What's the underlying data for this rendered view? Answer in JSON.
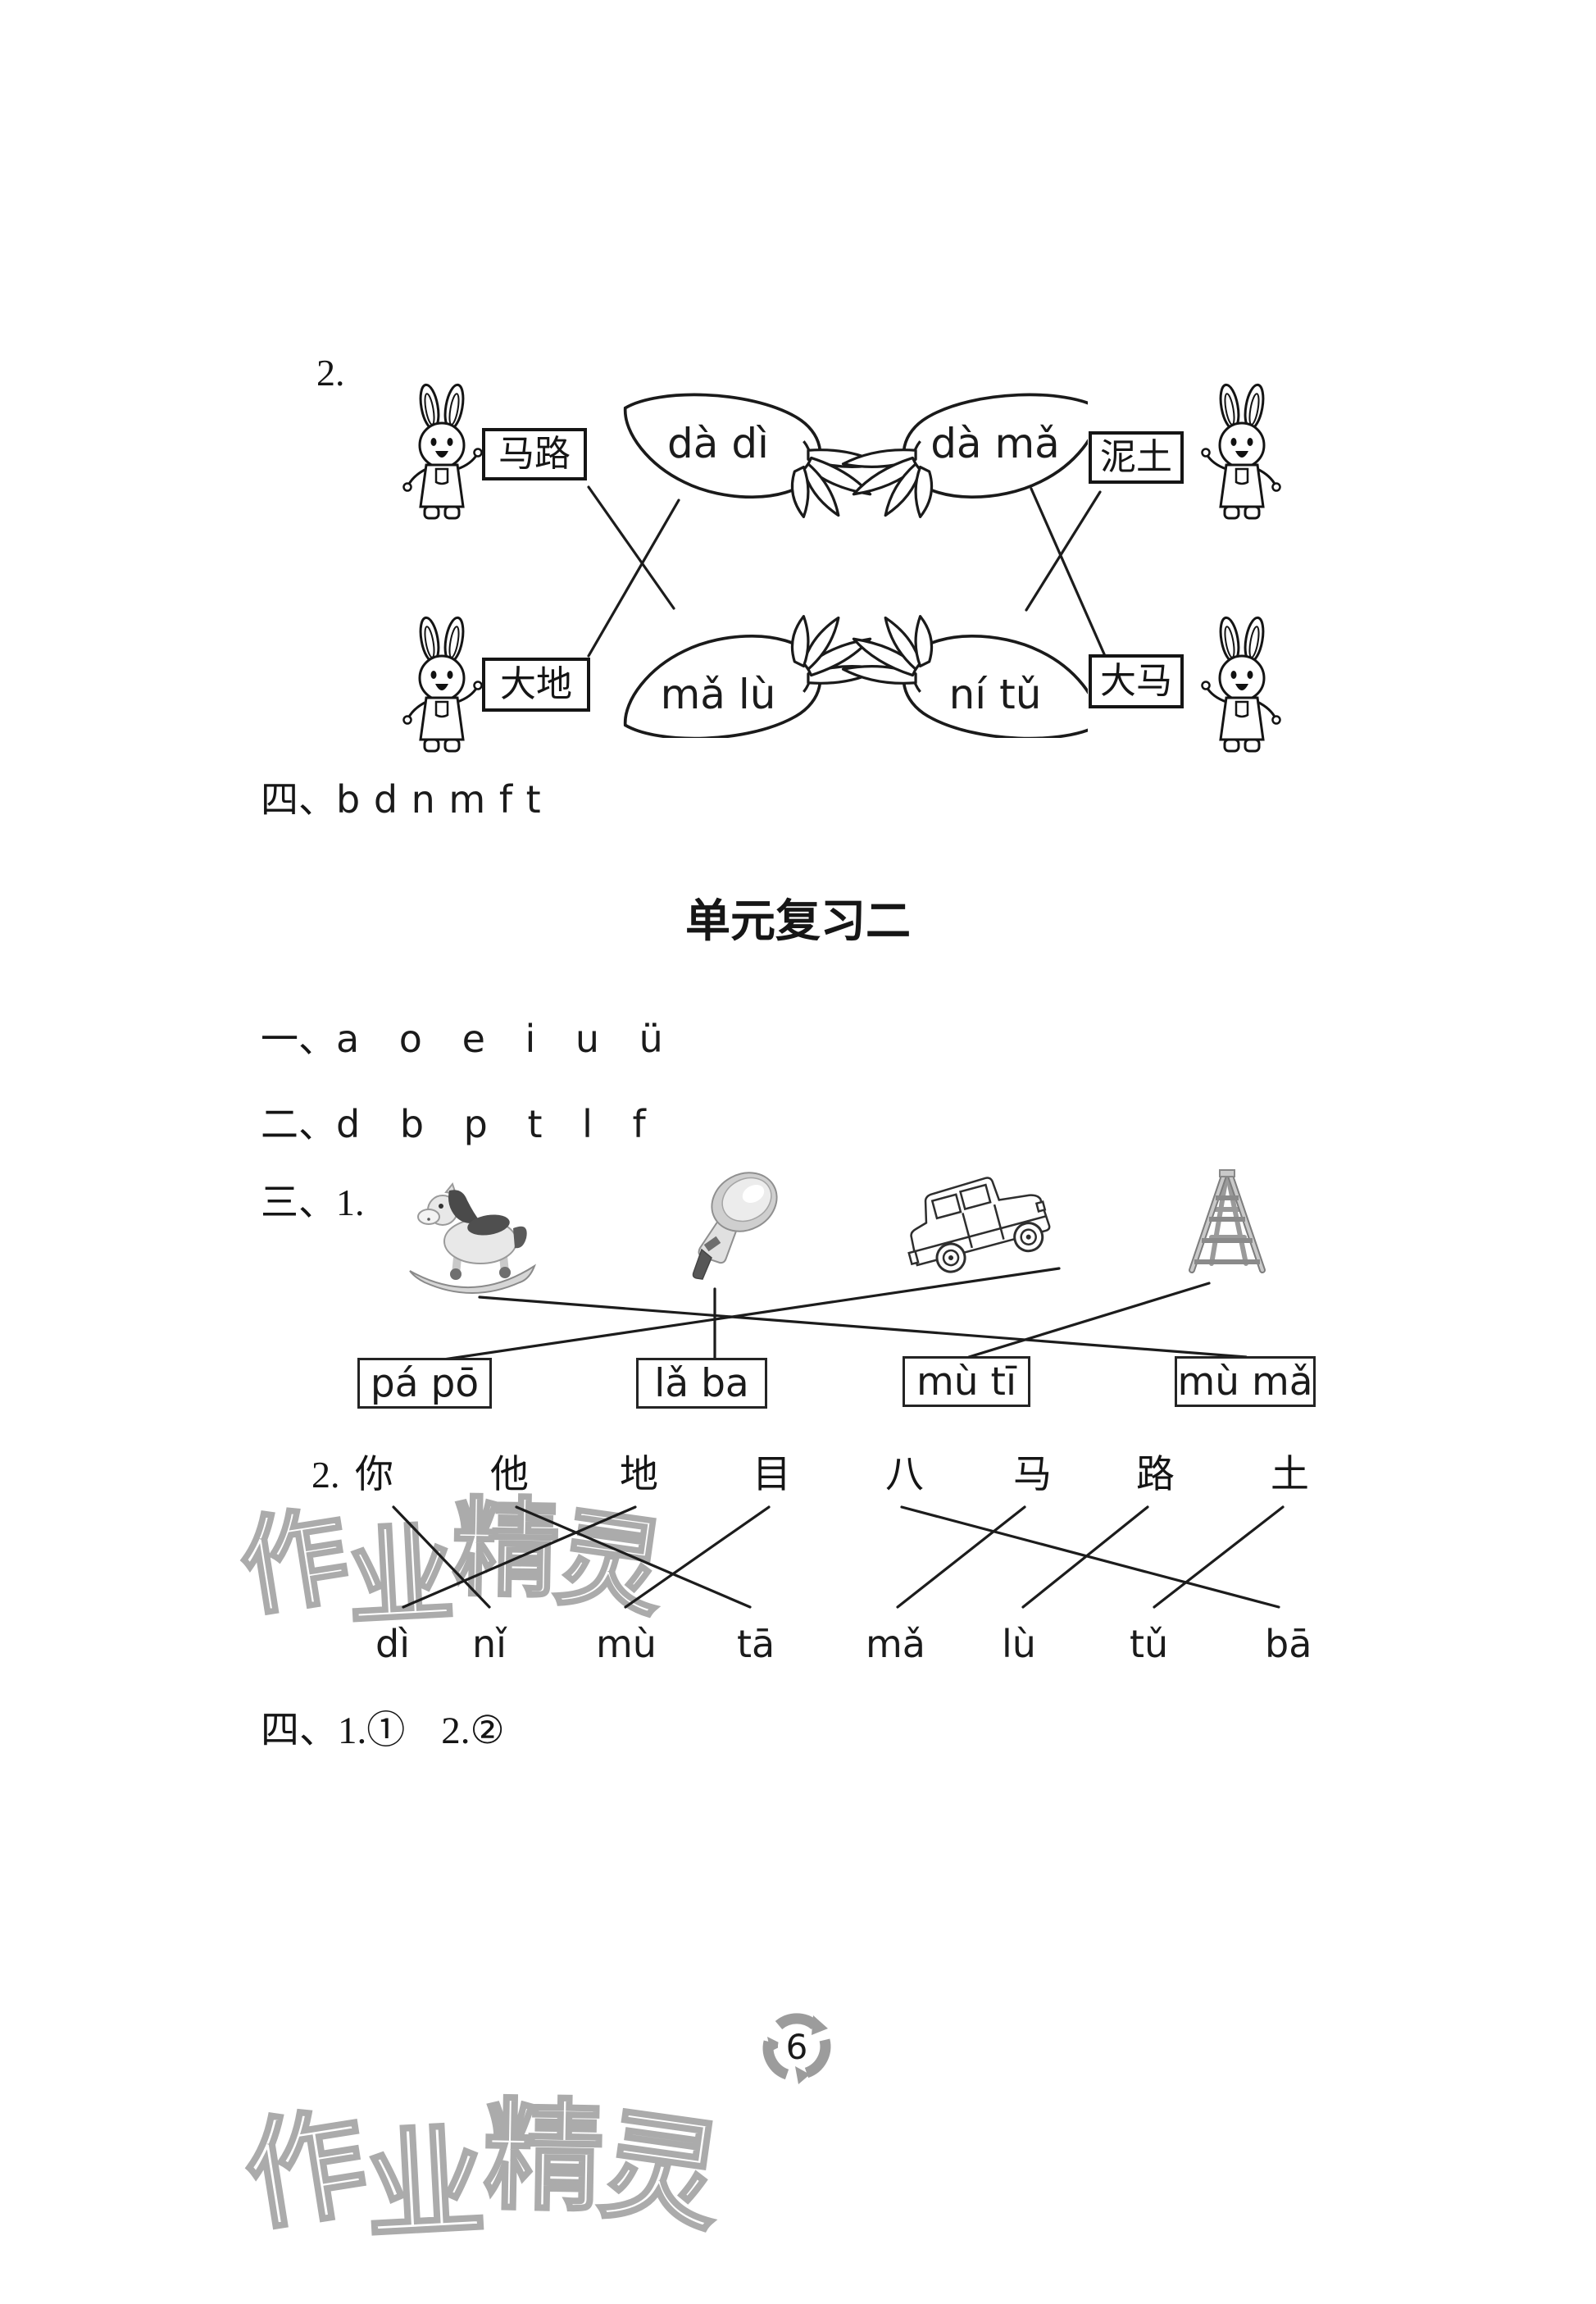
{
  "title": "单元复习二",
  "watermark": {
    "text": "作业精灵",
    "chars": [
      "作",
      "业",
      "精",
      "灵"
    ]
  },
  "page_badge": "6",
  "prev_section": {
    "item_label": "2.",
    "left_words": [
      "马路",
      "大地"
    ],
    "right_words": [
      "泥土",
      "大马"
    ],
    "carrot_pinyin": [
      "dà dì",
      "dà mǎ",
      "mǎ lù",
      "ní tǔ"
    ],
    "matches": [
      "马路→mǎ lù",
      "大地→dà dì",
      "泥土→ní tǔ",
      "大马→dà mǎ"
    ],
    "q4_label": "四、",
    "q4_answer": "b d n m f t"
  },
  "review_two": {
    "q1_label": "一、",
    "q1_answer": "a o e i u ü",
    "q2_label": "二、",
    "q2_answer": "d b p t l f",
    "q3_label": "三、1.",
    "images": [
      "rocking-horse",
      "megaphone",
      "jeep-climbing-slope",
      "step-ladder"
    ],
    "pinyin_boxes": [
      "pá pō",
      "lǎ ba",
      "mù tī",
      "mù mǎ"
    ],
    "image_matches": [
      "rocking-horse→mù mǎ",
      "megaphone→lǎ ba",
      "jeep→pá pō",
      "ladder→mù tī"
    ],
    "q3_item2_label": "2.",
    "characters": [
      "你",
      "他",
      "地",
      "目",
      "八",
      "马",
      "路",
      "土"
    ],
    "char_pinyin": [
      "dì",
      "nǐ",
      "mù",
      "tā",
      "mǎ",
      "lù",
      "tǔ",
      "bā"
    ],
    "char_matches": [
      "你→nǐ",
      "他→tā",
      "地→dì",
      "目→mù",
      "八→bā",
      "马→mǎ",
      "路→lù",
      "土→tǔ"
    ],
    "q4_label": "四、",
    "q4_answers": [
      "1.①",
      "2.②"
    ]
  }
}
